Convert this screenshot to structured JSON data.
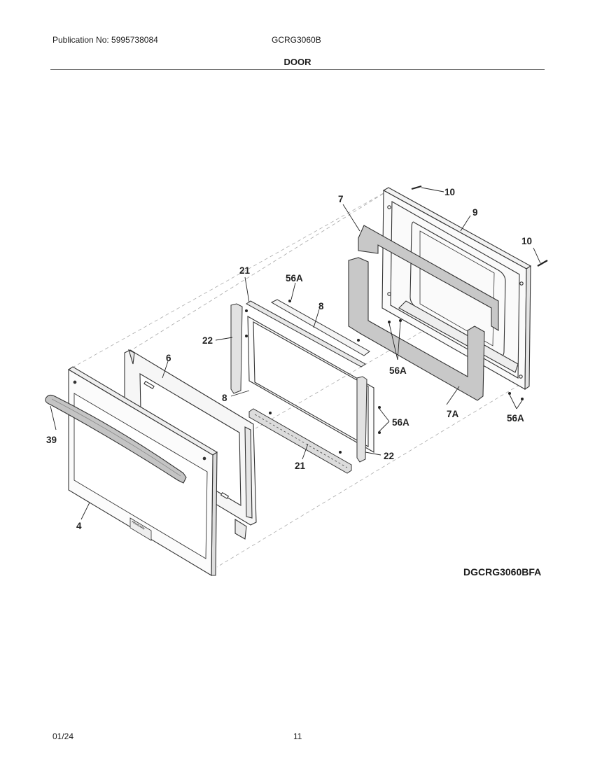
{
  "header": {
    "publication": "Publication No: 5995738084",
    "model": "GCRG3060B",
    "section": "DOOR"
  },
  "diagram": {
    "code": "DGCRG3060BFA",
    "brand_plate": "FRIGIDAIRE",
    "callouts": [
      {
        "id": "c10a",
        "text": "10"
      },
      {
        "id": "c9",
        "text": "9"
      },
      {
        "id": "c7",
        "text": "7"
      },
      {
        "id": "c10b",
        "text": "10"
      },
      {
        "id": "c21a",
        "text": "21"
      },
      {
        "id": "c56a1",
        "text": "56A"
      },
      {
        "id": "c8a",
        "text": "8"
      },
      {
        "id": "c22a",
        "text": "22"
      },
      {
        "id": "c6",
        "text": "6"
      },
      {
        "id": "c56a2",
        "text": "56A"
      },
      {
        "id": "c8b",
        "text": "8"
      },
      {
        "id": "c7a",
        "text": "7A"
      },
      {
        "id": "c56a3",
        "text": "56A"
      },
      {
        "id": "c56a4",
        "text": "56A"
      },
      {
        "id": "c39",
        "text": "39"
      },
      {
        "id": "c22b",
        "text": "22"
      },
      {
        "id": "c21b",
        "text": "21"
      },
      {
        "id": "c4",
        "text": "4"
      }
    ]
  },
  "footer": {
    "date": "01/24",
    "page": "11"
  }
}
